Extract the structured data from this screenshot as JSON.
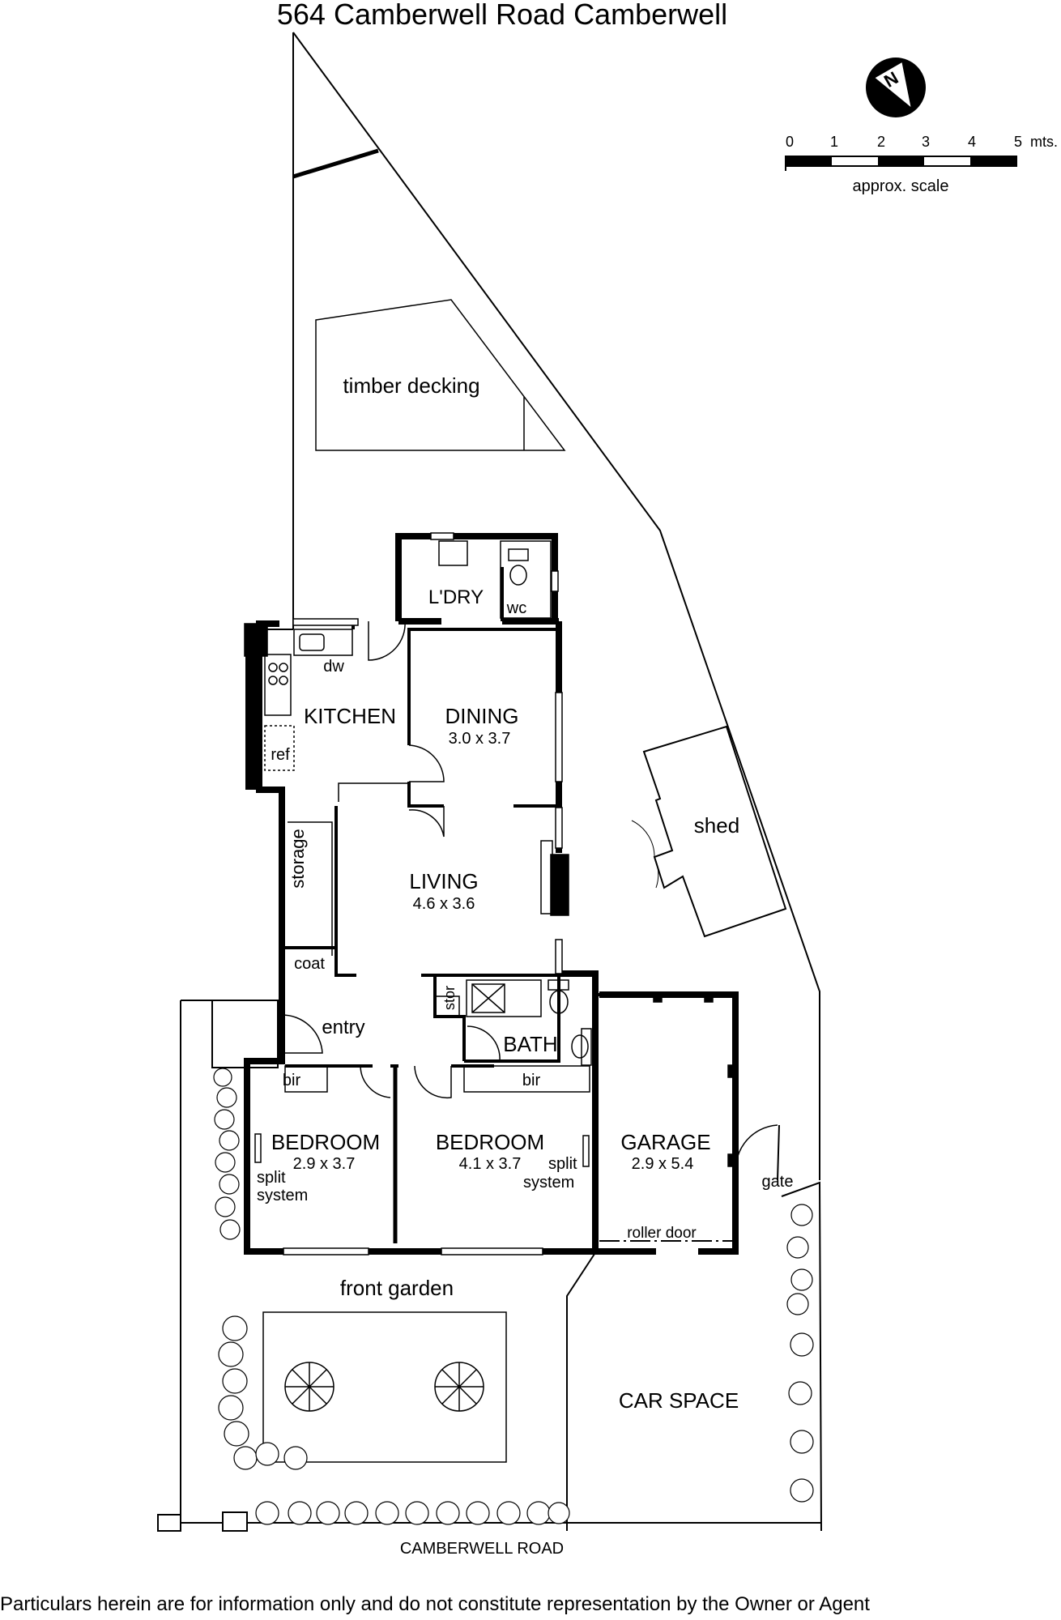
{
  "title": "564 Camberwell Road Camberwell",
  "disclaimer": "Particulars herein are for information only and do not constitute representation by the Owner or Agent",
  "street": "CAMBERWELL ROAD",
  "north_label": "N",
  "scale": {
    "ticks": [
      "0",
      "1",
      "2",
      "3",
      "4",
      "5"
    ],
    "unit": "mts.",
    "caption": "approx. scale"
  },
  "rooms": {
    "kitchen": {
      "name": "KITCHEN"
    },
    "dining": {
      "name": "DINING",
      "size": "3.0 x 3.7"
    },
    "living": {
      "name": "LIVING",
      "size": "4.6 x 3.6"
    },
    "laundry": {
      "name": "L'DRY"
    },
    "wc": {
      "name": "wc"
    },
    "bath": {
      "name": "BATH"
    },
    "bedroom1": {
      "name": "BEDROOM",
      "size": "2.9 x 3.7",
      "note1": "split",
      "note2": "system"
    },
    "bedroom2": {
      "name": "BEDROOM",
      "size": "4.1 x 3.7",
      "note1": "split",
      "note2": "system"
    },
    "garage": {
      "name": "GARAGE",
      "size": "2.9 x 5.4"
    }
  },
  "labels": {
    "timber_decking": "timber decking",
    "shed": "shed",
    "dw": "dw",
    "ref": "ref",
    "storage": "storage",
    "coat": "coat",
    "stor": "stor",
    "entry": "entry",
    "bir1": "bir",
    "bir2": "bir",
    "roller_door": "roller door",
    "gate": "gate",
    "front_garden": "front garden",
    "car_space": "CAR SPACE"
  }
}
